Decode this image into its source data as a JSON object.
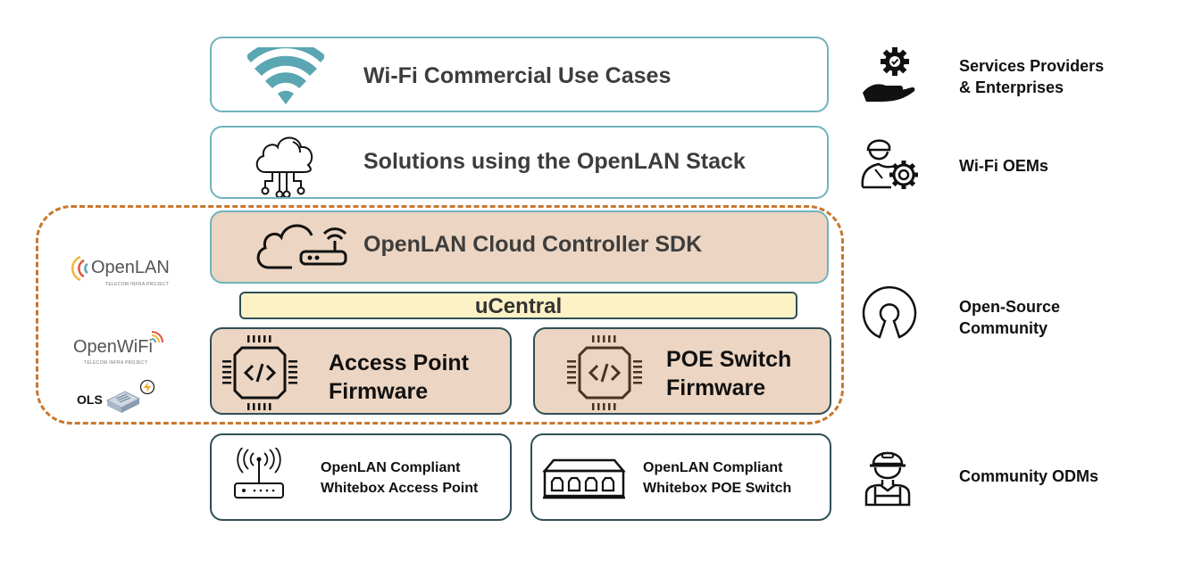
{
  "layers": {
    "commercial": {
      "label": "Wi-Fi Commercial Use Cases",
      "icon": "wifi-icon"
    },
    "solutions": {
      "label": "Solutions using the OpenLAN Stack",
      "icon": "cloud-network-icon"
    },
    "cloud_controller": {
      "label": "OpenLAN Cloud Controller SDK",
      "icon": "cloud-router-icon"
    },
    "ucentral": {
      "label": "uCentral"
    },
    "ap_firmware": {
      "line1": "Access Point",
      "line2": "Firmware",
      "icon": "chip-code-icon"
    },
    "poe_firmware": {
      "line1": "POE Switch",
      "line2": "Firmware",
      "icon": "chip-code-icon"
    },
    "ap_hardware": {
      "line1": "OpenLAN Compliant",
      "line2": "Whitebox Access Point",
      "icon": "access-point-icon"
    },
    "poe_hardware": {
      "line1": "OpenLAN Compliant",
      "line2": "Whitebox POE Switch",
      "icon": "network-switch-icon"
    }
  },
  "logos": {
    "openlan": {
      "name": "OpenLAN",
      "sub": "TELECOM INFRA PROJECT"
    },
    "openwifi": {
      "name": "OpenWiFi",
      "sub": "TELECOM INFRA PROJECT"
    },
    "ols": {
      "name": "OLS"
    }
  },
  "stakeholders": [
    {
      "line1": "Services Providers",
      "line2": "& Enterprises",
      "icon": "hand-gear-icon"
    },
    {
      "line1": "Wi-Fi OEMs",
      "line2": "",
      "icon": "engineer-gear-icon"
    },
    {
      "line1": "Open-Source",
      "line2": "Community",
      "icon": "open-source-icon"
    },
    {
      "line1": "Community ODMs",
      "line2": "",
      "icon": "worker-icon"
    }
  ],
  "colors": {
    "teal_border": "#6fb3be",
    "tan_fill": "#ecd5c2",
    "ucentral_fill": "#fdf2c6",
    "dark_border": "#2f4f55",
    "dashed_orange": "#c8772f",
    "wifi_teal": "#5aa6b2"
  }
}
